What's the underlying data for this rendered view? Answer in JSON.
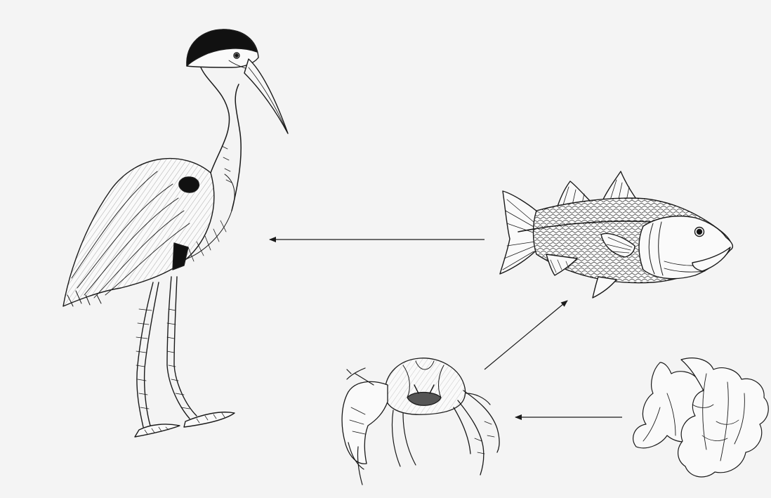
{
  "diagram": {
    "type": "food-web",
    "background_color": "#f4f4f4",
    "ink_color": "#1a1a1a",
    "organisms": [
      {
        "id": "heron",
        "icon": "heron-icon"
      },
      {
        "id": "fish",
        "icon": "fish-icon"
      },
      {
        "id": "crab",
        "icon": "crab-icon"
      },
      {
        "id": "seaweed",
        "icon": "seaweed-icon"
      }
    ],
    "arrows": [
      {
        "from": "fish",
        "to": "heron"
      },
      {
        "from": "crab",
        "to": "fish"
      },
      {
        "from": "seaweed",
        "to": "crab"
      }
    ]
  }
}
